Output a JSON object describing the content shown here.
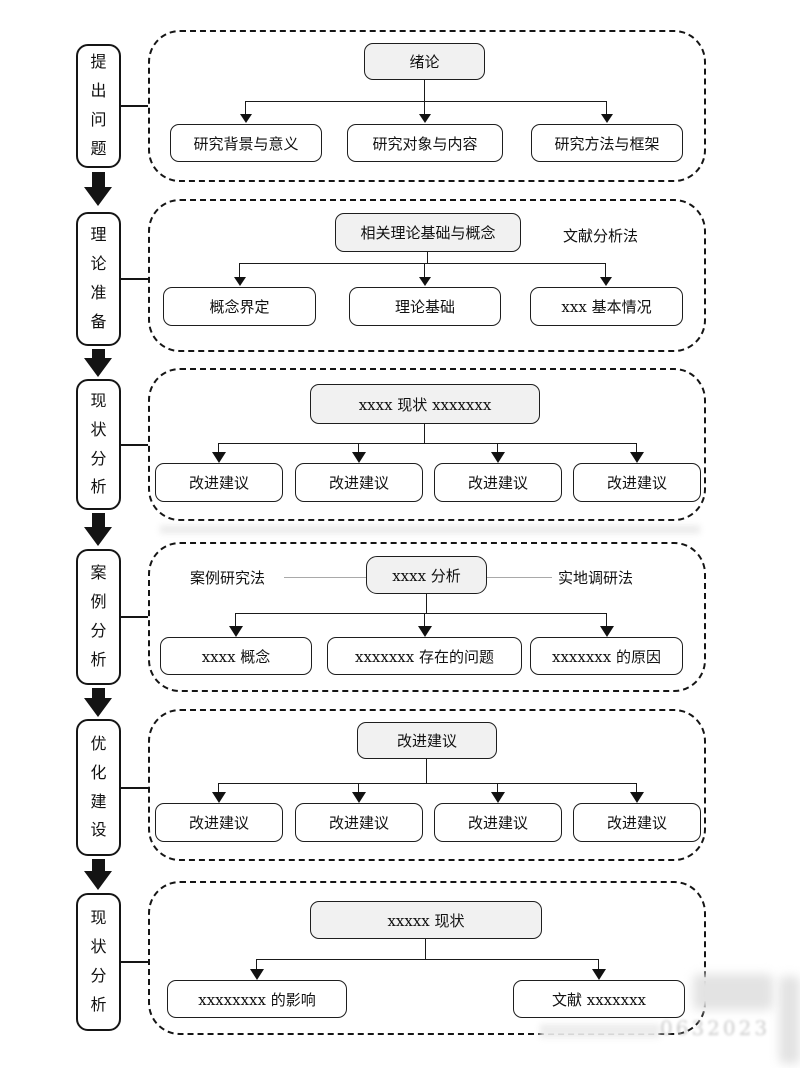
{
  "rail": {
    "stages": [
      {
        "label": "提出问题"
      },
      {
        "label": "理论准备"
      },
      {
        "label": "现状分析"
      },
      {
        "label": "案例分析"
      },
      {
        "label": "优化建设"
      },
      {
        "label": "现状分析"
      }
    ]
  },
  "sections": [
    {
      "top": "绪论",
      "children": [
        "研究背景与意义",
        "研究对象与内容",
        "研究方法与框架"
      ]
    },
    {
      "top": "相关理论基础与概念",
      "side_right": "文献分析法",
      "children": [
        "概念界定",
        "理论基础",
        "xxx 基本情况"
      ]
    },
    {
      "top": "xxxx 现状 xxxxxxx",
      "children": [
        "改进建议",
        "改进建议",
        "改进建议",
        "改进建议"
      ]
    },
    {
      "top": "xxxx 分析",
      "side_left": "案例研究法",
      "side_right": "实地调研法",
      "children": [
        "xxxx 概念",
        "xxxxxxx 存在的问题",
        "xxxxxxx 的原因"
      ]
    },
    {
      "top": "改进建议",
      "children": [
        "改进建议",
        "改进建议",
        "改进建议",
        "改进建议"
      ]
    },
    {
      "top": "xxxxx 现状",
      "children": [
        "xxxxxxxx 的影响",
        "文献 xxxxxxx"
      ]
    }
  ],
  "watermark": {
    "text": "0632023"
  },
  "colors": {
    "node_fill": "#f1f1f1",
    "line": "#1a1a1a",
    "dash_border": "#151515"
  }
}
